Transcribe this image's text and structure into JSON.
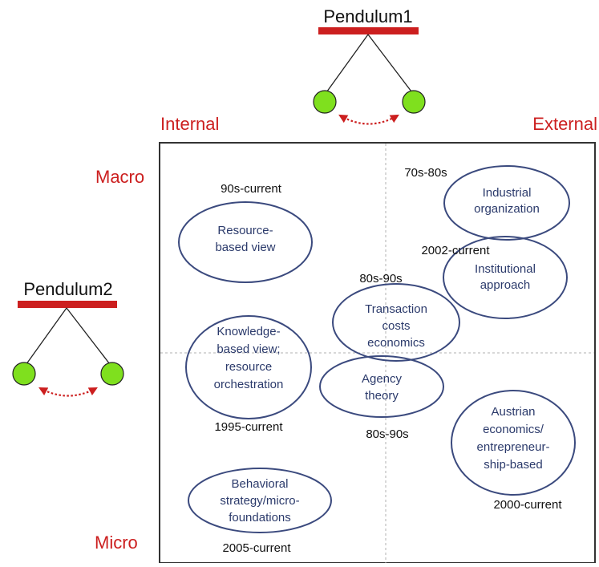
{
  "colors": {
    "axis_label": "#cc1f1f",
    "pendulum_bar": "#cc1f1f",
    "pendulum_ball": "#7fe01e",
    "pendulum_arrow": "#cc1f1f",
    "ellipse_stroke": "#3b4a7e",
    "ellipse_text": "#2b3a6b",
    "period_text": "#111111",
    "frame": "#333333",
    "divider": "#b0b0b0"
  },
  "pendulums": [
    {
      "id": "pendulum-1",
      "title": "Pendulum1"
    },
    {
      "id": "pendulum-2",
      "title": "Pendulum2"
    }
  ],
  "axes": {
    "left": "Internal",
    "right": "External",
    "top": "Macro",
    "bottom": "Micro"
  },
  "approaches": [
    {
      "id": "resource-based",
      "lines": [
        "Resource-",
        "based view"
      ],
      "period": "90s-current"
    },
    {
      "id": "knowledge-based",
      "lines": [
        "Knowledge-",
        "based view;",
        "resource",
        "orchestration"
      ],
      "period": "1995-current"
    },
    {
      "id": "behavioral-strategy",
      "lines": [
        "Behavioral",
        "strategy/micro-",
        "foundations"
      ],
      "period": "2005-current"
    },
    {
      "id": "industrial-organization",
      "lines": [
        "Industrial",
        "organization"
      ],
      "period": "70s-80s"
    },
    {
      "id": "institutional-approach",
      "lines": [
        "Institutional",
        "approach"
      ],
      "period": "2002-current"
    },
    {
      "id": "transaction-costs",
      "lines": [
        "Transaction",
        "costs",
        "economics"
      ],
      "period": "80s-90s"
    },
    {
      "id": "agency-theory",
      "lines": [
        "Agency",
        "theory"
      ],
      "period": "80s-90s"
    },
    {
      "id": "austrian-economics",
      "lines": [
        "Austrian",
        "economics/",
        "entrepreneur-",
        "ship-based"
      ],
      "period": "2000-current"
    }
  ]
}
